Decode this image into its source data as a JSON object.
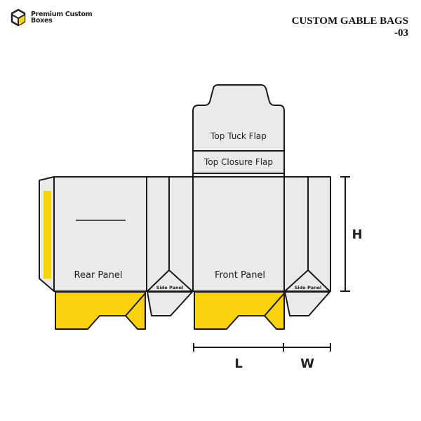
{
  "brand": {
    "line1": "Premium Custom",
    "line2": "Boxes"
  },
  "title": {
    "line1": "CUSTOM GABLE BAGS",
    "line2": "-03"
  },
  "panels": {
    "top_tuck_flap": "Top Tuck Flap",
    "top_closure_flap": "Top Closure Flap",
    "rear_panel": "Rear Panel",
    "front_panel": "Front Panel",
    "side_panel_left": "Side Panel",
    "side_panel_right": "Side Panel"
  },
  "dimensions": {
    "height": "H",
    "length": "L",
    "width": "W"
  },
  "colors": {
    "panel": "#e9eaec",
    "accent": "#fcd20f",
    "stroke": "#1a1a1a"
  }
}
